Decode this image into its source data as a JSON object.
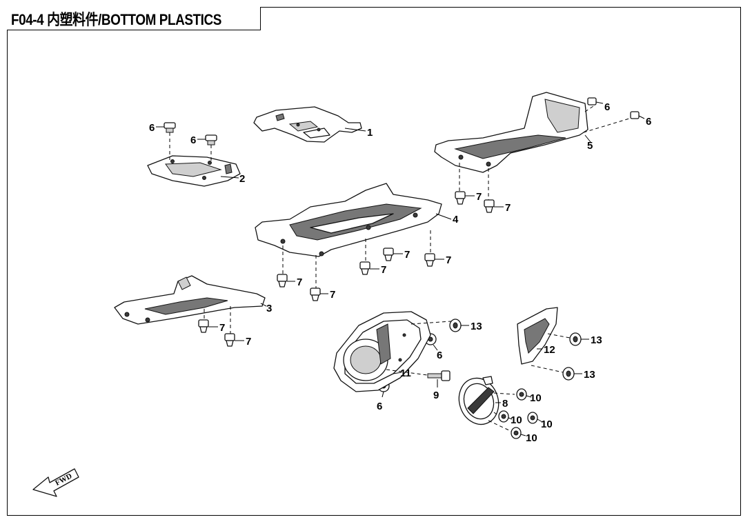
{
  "title": "F04-4  内塑料件/BOTTOM PLASTICS",
  "fwd_label": "FWD",
  "callouts": [
    {
      "id": "c1",
      "text": "1"
    },
    {
      "id": "c2",
      "text": "2"
    },
    {
      "id": "c3",
      "text": "3"
    },
    {
      "id": "c4",
      "text": "4"
    },
    {
      "id": "c5",
      "text": "5"
    },
    {
      "id": "c6a",
      "text": "6"
    },
    {
      "id": "c6b",
      "text": "6"
    },
    {
      "id": "c6c",
      "text": "6"
    },
    {
      "id": "c6d",
      "text": "6"
    },
    {
      "id": "c6e",
      "text": "6"
    },
    {
      "id": "c6f",
      "text": "6"
    },
    {
      "id": "c7a",
      "text": "7"
    },
    {
      "id": "c7b",
      "text": "7"
    },
    {
      "id": "c7c",
      "text": "7"
    },
    {
      "id": "c7d",
      "text": "7"
    },
    {
      "id": "c7e",
      "text": "7"
    },
    {
      "id": "c7f",
      "text": "7"
    },
    {
      "id": "c7g",
      "text": "7"
    },
    {
      "id": "c7h",
      "text": "7"
    },
    {
      "id": "c7i",
      "text": "7"
    },
    {
      "id": "c8",
      "text": "8"
    },
    {
      "id": "c9",
      "text": "9"
    },
    {
      "id": "c10a",
      "text": "10"
    },
    {
      "id": "c10b",
      "text": "10"
    },
    {
      "id": "c10c",
      "text": "10"
    },
    {
      "id": "c10d",
      "text": "10"
    },
    {
      "id": "c11",
      "text": "11"
    },
    {
      "id": "c12",
      "text": "12"
    },
    {
      "id": "c13a",
      "text": "13"
    },
    {
      "id": "c13b",
      "text": "13"
    },
    {
      "id": "c13c",
      "text": "13"
    }
  ]
}
